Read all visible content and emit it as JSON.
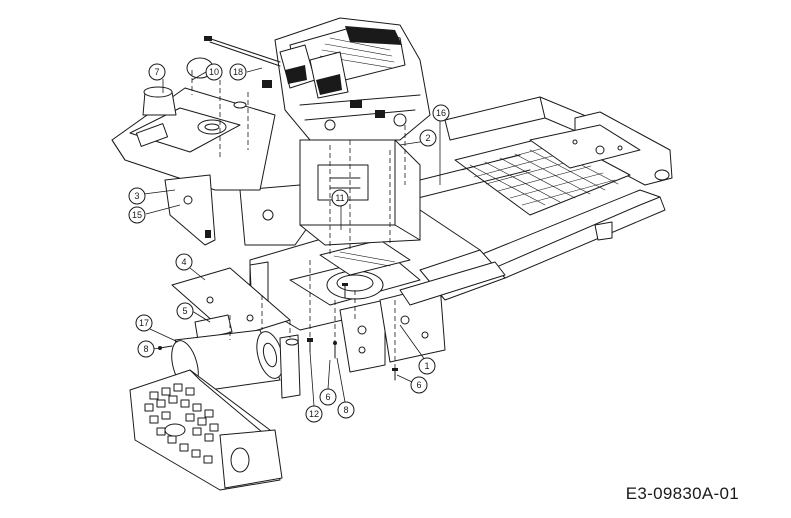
{
  "diagram": {
    "code": "E3-09830A-01",
    "callouts": [
      {
        "id": "c1",
        "label": "1"
      },
      {
        "id": "c2",
        "label": "2"
      },
      {
        "id": "c3",
        "label": "3"
      },
      {
        "id": "c4",
        "label": "4"
      },
      {
        "id": "c5",
        "label": "5"
      },
      {
        "id": "c6a",
        "label": "6"
      },
      {
        "id": "c6b",
        "label": "6"
      },
      {
        "id": "c7",
        "label": "7"
      },
      {
        "id": "c8a",
        "label": "8"
      },
      {
        "id": "c8b",
        "label": "8"
      },
      {
        "id": "c10",
        "label": "10"
      },
      {
        "id": "c11",
        "label": "11"
      },
      {
        "id": "c12",
        "label": "12"
      },
      {
        "id": "c15",
        "label": "15"
      },
      {
        "id": "c16",
        "label": "16"
      },
      {
        "id": "c17",
        "label": "17"
      },
      {
        "id": "c18",
        "label": "18"
      }
    ]
  }
}
